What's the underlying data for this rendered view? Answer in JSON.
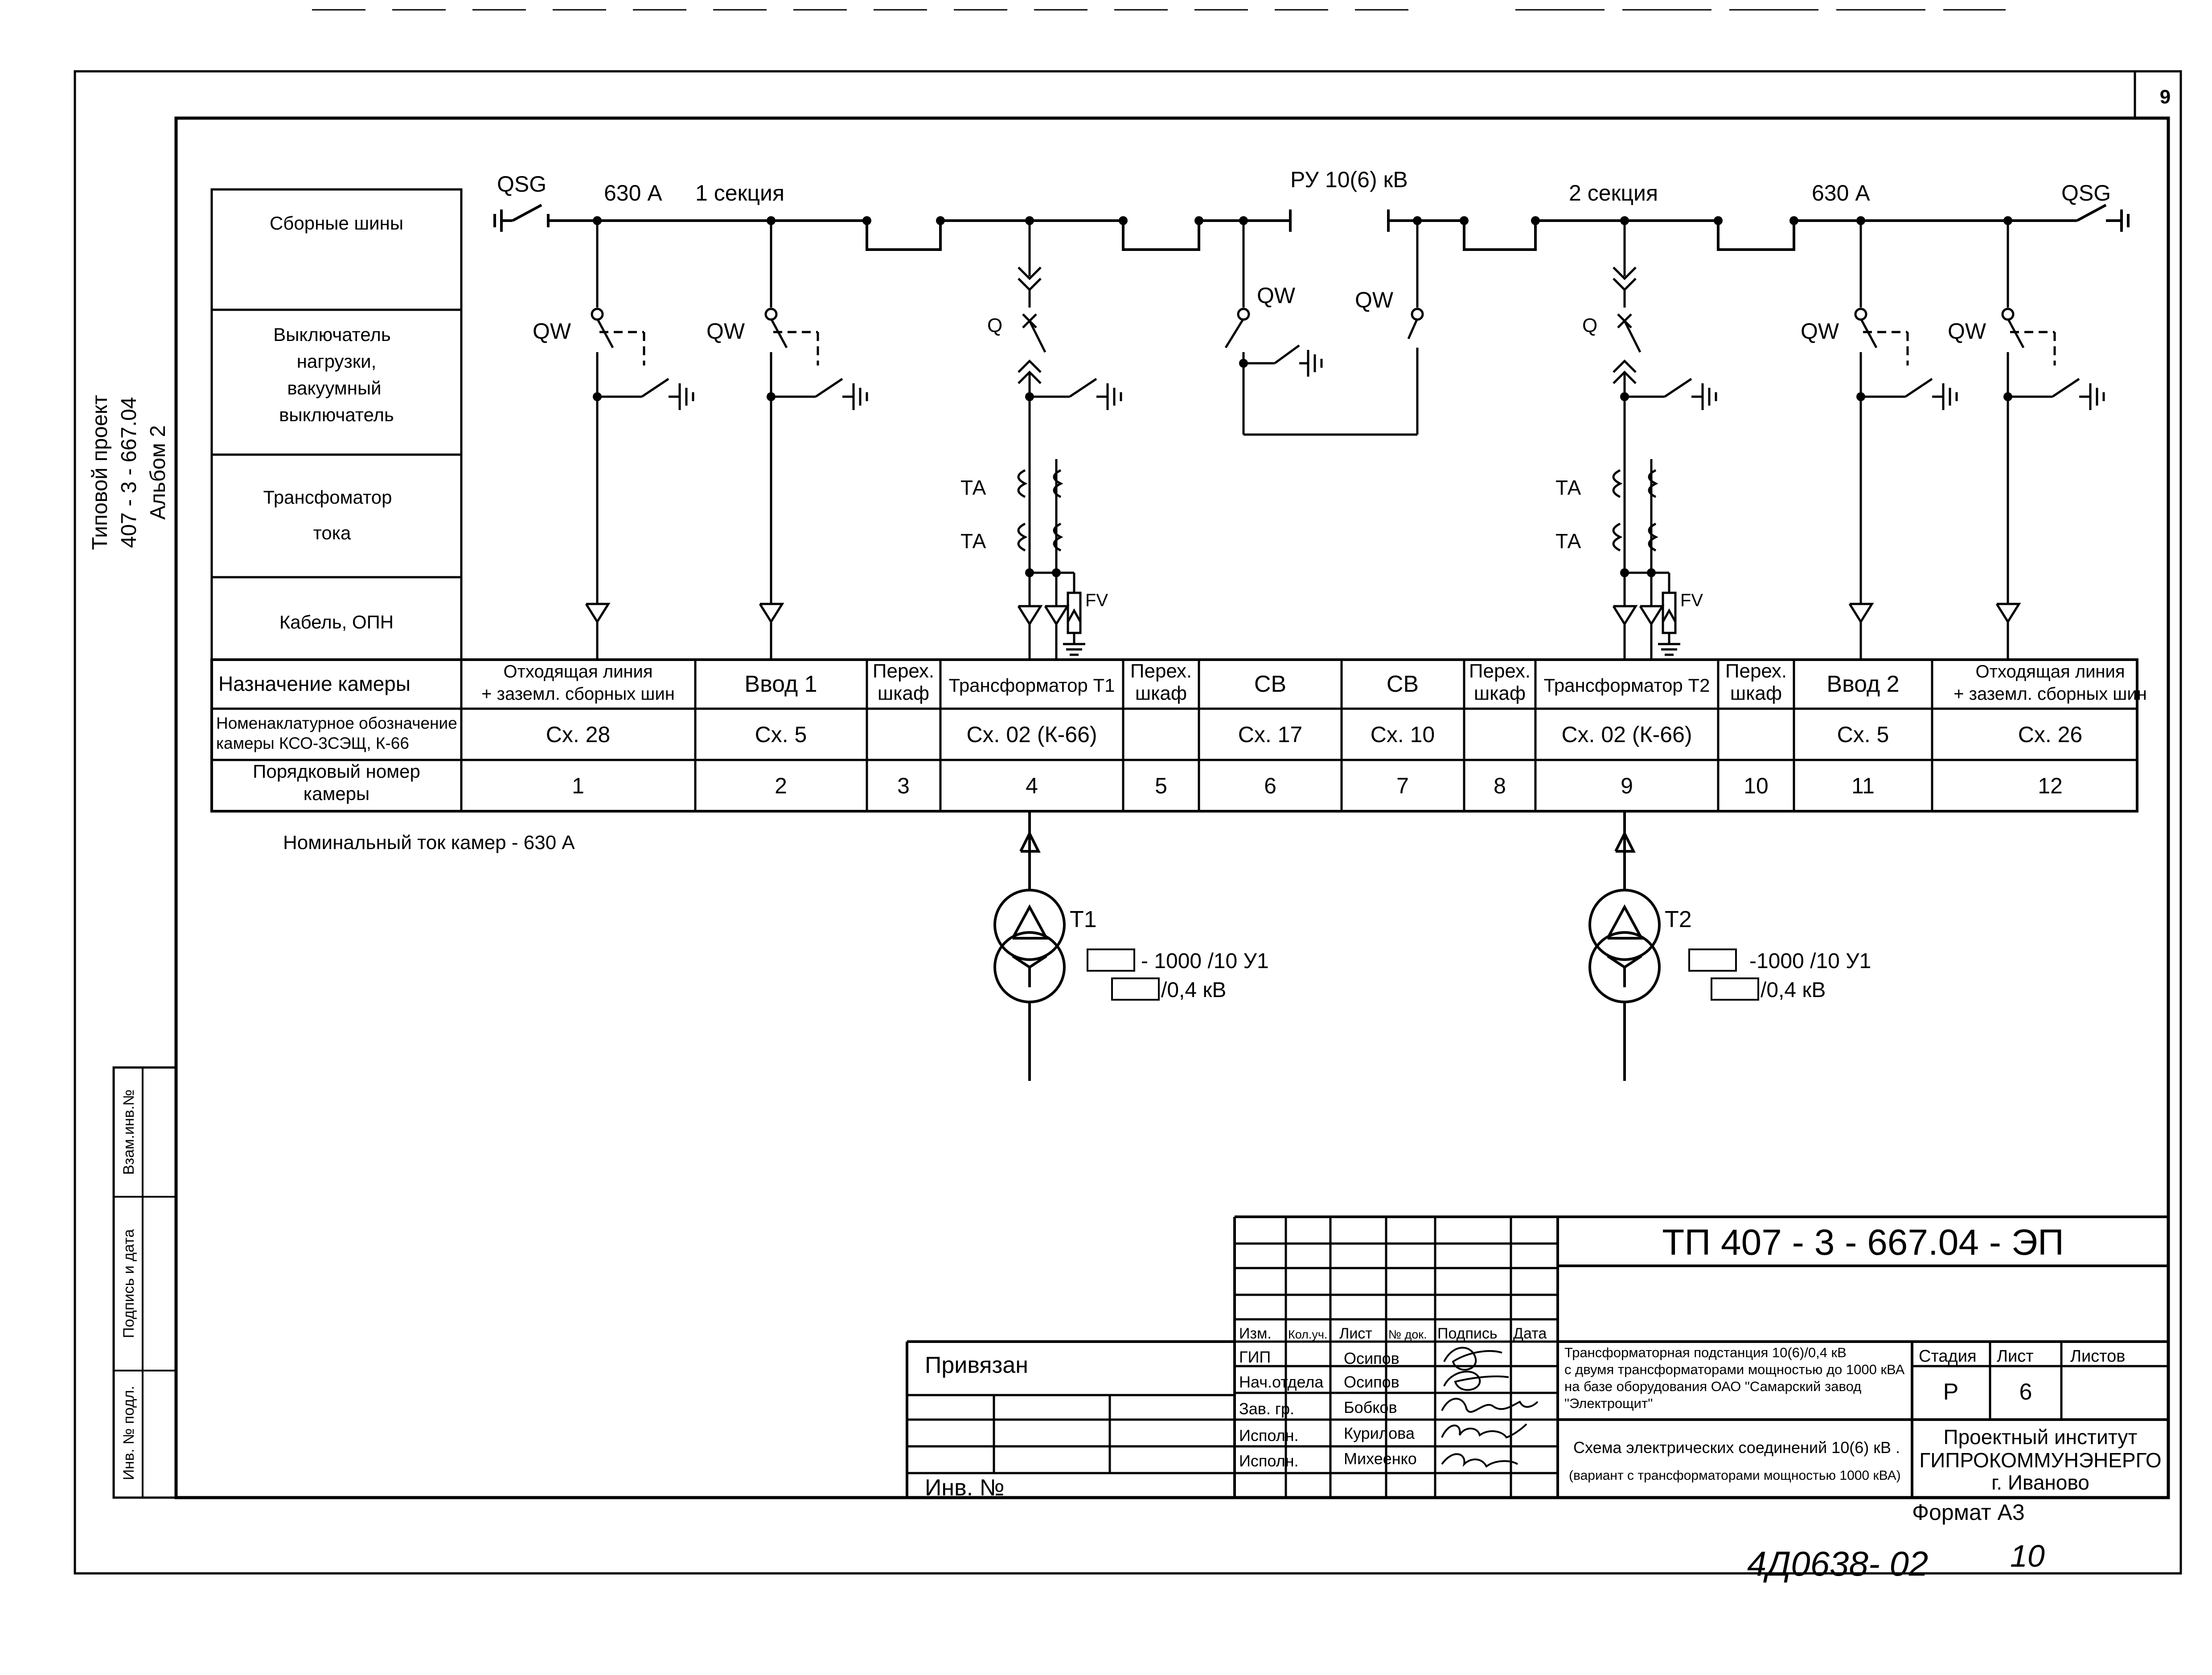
{
  "sheet": {
    "number": "9",
    "side_stamp": [
      "Типовой проект",
      "407 - 3 - 667.04",
      "Альбом 2"
    ],
    "left_strip": [
      "Взам.инв.№",
      "Подпись и дата",
      "Инв. № подл."
    ],
    "format": "Формат А3",
    "handwritten_code": "4Д0638- 02",
    "handwritten_page": "10"
  },
  "row_headers": {
    "busbars": "Сборные шины",
    "switch": [
      "Выключатель",
      "нагрузки,",
      "вакуумный",
      "выключатель"
    ],
    "ct": [
      "Трансфоматор",
      "тока"
    ],
    "cable": "Кабель, ОПН"
  },
  "schematic": {
    "qsg": "QSG",
    "current": "630 А",
    "section1": "1 секция",
    "section2": "2 секция",
    "switchgear": "РУ 10(6) кВ",
    "qw": "QW",
    "q": "Q",
    "ta": "ТА",
    "fv": "FV",
    "nominal_current": "Номинальный ток камер - 630 А"
  },
  "chamber_table": {
    "purpose_header": "Назначение камеры",
    "code_header": [
      "Номенаклатурное обозначение",
      "камеры КСО-3СЭЩ, К-66"
    ],
    "number_header": [
      "Порядковый номер",
      "камеры"
    ],
    "purposes": [
      [
        "Отходящая линия",
        "+ заземл. сборных шин"
      ],
      [
        "Ввод 1"
      ],
      [
        "Перех.",
        "шкаф"
      ],
      [
        "Трансформатор Т1"
      ],
      [
        "Перех.",
        "шкаф"
      ],
      [
        "СВ"
      ],
      [
        "СВ"
      ],
      [
        "Перех.",
        "шкаф"
      ],
      [
        "Трансформатор Т2"
      ],
      [
        "Перех.",
        "шкаф"
      ],
      [
        "Ввод 2"
      ],
      [
        "Отходящая линия",
        "+ заземл. сборных шин"
      ]
    ],
    "codes": [
      "Сх. 28",
      "Сх. 5",
      "",
      "Сх. 02 (К-66)",
      "",
      "Сх. 17",
      "Сх. 10",
      "",
      "Сх. 02 (К-66)",
      "",
      "Сх. 5",
      "Сх. 26"
    ],
    "numbers": [
      "1",
      "2",
      "3",
      "4",
      "5",
      "6",
      "7",
      "8",
      "9",
      "10",
      "11",
      "12"
    ]
  },
  "transformers": [
    {
      "label": "Т1",
      "rating_hv": "- 1000 /10 У1",
      "rating_lv": "/0,4 кВ"
    },
    {
      "label": "Т2",
      "rating_hv": "-1000 /10 У1",
      "rating_lv": "/0,4 кВ"
    }
  ],
  "title_block": {
    "designation": "ТП  407 - 3 - 667.04 - ЭП",
    "bound": "Привязан",
    "inv": "Инв. №",
    "rev_headers": [
      "Изм.",
      "Кол.уч.",
      "Лист",
      "№ док.",
      "Подпись",
      "Дата"
    ],
    "roles": [
      {
        "role": "ГИП",
        "name": "Осипов"
      },
      {
        "role": "Нач.отдела",
        "name": "Осипов"
      },
      {
        "role": "Зав. гр.",
        "name": "Бобков"
      },
      {
        "role": "Исполн.",
        "name": "Курилова"
      },
      {
        "role": "Исполн.",
        "name": "Михеенко"
      }
    ],
    "object_title": [
      "Трансформаторная подстанция 10(6)/0,4 кВ",
      "с двумя трансформаторами мощностью до 1000 кВА",
      "на базе оборудования ОАО \"Самарский завод",
      "\"Электрощит\""
    ],
    "sheet_title": [
      "Схема электрических соединений 10(6) кВ .",
      "(вариант с трансформаторами мощностью 1000 кВА)"
    ],
    "stage_header": "Стадия",
    "sheet_header": "Лист",
    "sheets_header": "Листов",
    "stage": "Р",
    "sheet": "6",
    "sheets": "",
    "org": [
      "Проектный институт",
      "ГИПРОКОММУНЭНЕРГО",
      "г. Иваново"
    ]
  }
}
